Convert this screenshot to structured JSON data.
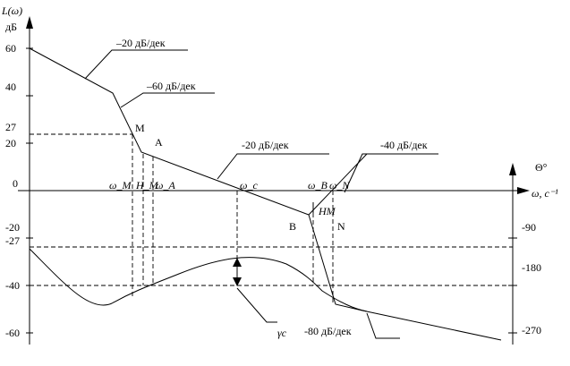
{
  "axes": {
    "left_axis_label": "L(ω)",
    "left_axis_unit": "дБ",
    "right_axis_label": "Θ°",
    "x_axis_label": "ω, c⁻¹"
  },
  "left_ticks": [
    "60",
    "40",
    "27",
    "20",
    "0",
    "-20",
    "-27",
    "-40",
    "-60"
  ],
  "right_ticks": [
    "-90",
    "-180",
    "-270"
  ],
  "slopes": [
    "–20 дБ/дек",
    "–60 дБ/дек",
    "-20 дБ/дек",
    "-40 дБ/дек",
    "-80 дБ/дек"
  ],
  "points": [
    "M",
    "A",
    "B",
    "N"
  ],
  "freq_labels": [
    "ω_M",
    "H_M",
    "ω_A",
    "ω_c",
    "ω_B",
    "ω_N"
  ],
  "margin_labels": {
    "phase_margin": "γc",
    "gain_margin_right": "HM"
  },
  "colors": {
    "ink": "#000000",
    "background": "#ffffff"
  }
}
